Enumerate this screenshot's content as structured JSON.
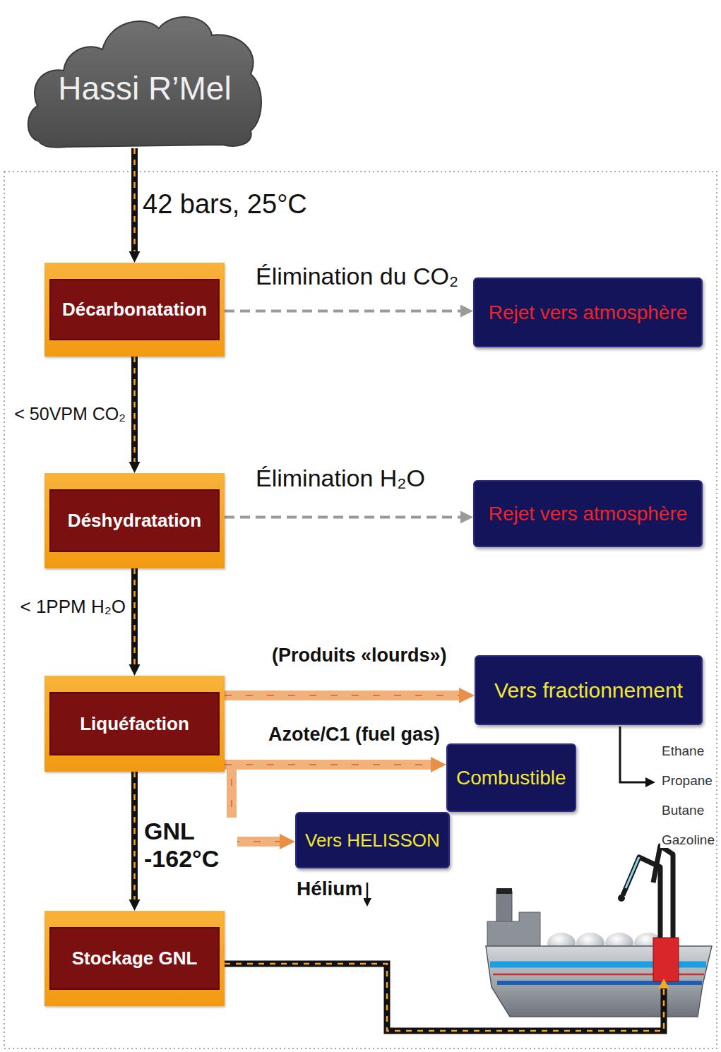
{
  "diagram": {
    "nodes": [
      {
        "text": [
          "Hassi R’Mel"
        ]
      },
      {
        "text": [
          "Décarbonatation"
        ]
      },
      {
        "text": [
          "Rejet vers atmosphère"
        ]
      },
      {
        "text": [
          "Déshydratation"
        ]
      },
      {
        "text": [
          "Rejet vers atmosphère"
        ]
      },
      {
        "text": [
          "Liquéfaction"
        ]
      },
      {
        "text": [
          "Vers fractionnement"
        ]
      },
      {
        "text": [
          "Combustible"
        ]
      },
      {
        "text": [
          "Vers HELISSON"
        ]
      },
      {
        "text": [
          "Stockage GNL"
        ]
      }
    ],
    "edges": [
      {
        "from": 0,
        "to": 1,
        "arrow": "to",
        "label": "42 bars, 25°C"
      },
      {
        "from": 1,
        "to": 2,
        "arrow": "to",
        "label": "Élimination du CO₂"
      },
      {
        "from": 1,
        "to": 3,
        "arrow": "to",
        "label": "< 50VPM CO₂"
      },
      {
        "from": 3,
        "to": 4,
        "arrow": "to",
        "label": "Élimination H₂O"
      },
      {
        "from": 3,
        "to": 5,
        "arrow": "to",
        "label": "< 1PPM H₂O"
      },
      {
        "from": 5,
        "to": 6,
        "arrow": "to",
        "label": "(Produits «lourds»)"
      },
      {
        "from": 5,
        "to": 7,
        "arrow": "to",
        "label": "Azote/C1 (fuel gas)"
      },
      {
        "from": 5,
        "to": 8,
        "arrow": "to"
      },
      {
        "from": 5,
        "to": 9,
        "arrow": "to",
        "label": "GNL -162°C"
      }
    ],
    "labels": [
      "Ethane",
      "Propane",
      "Butane",
      "Gazoline",
      "Hélium"
    ]
  }
}
